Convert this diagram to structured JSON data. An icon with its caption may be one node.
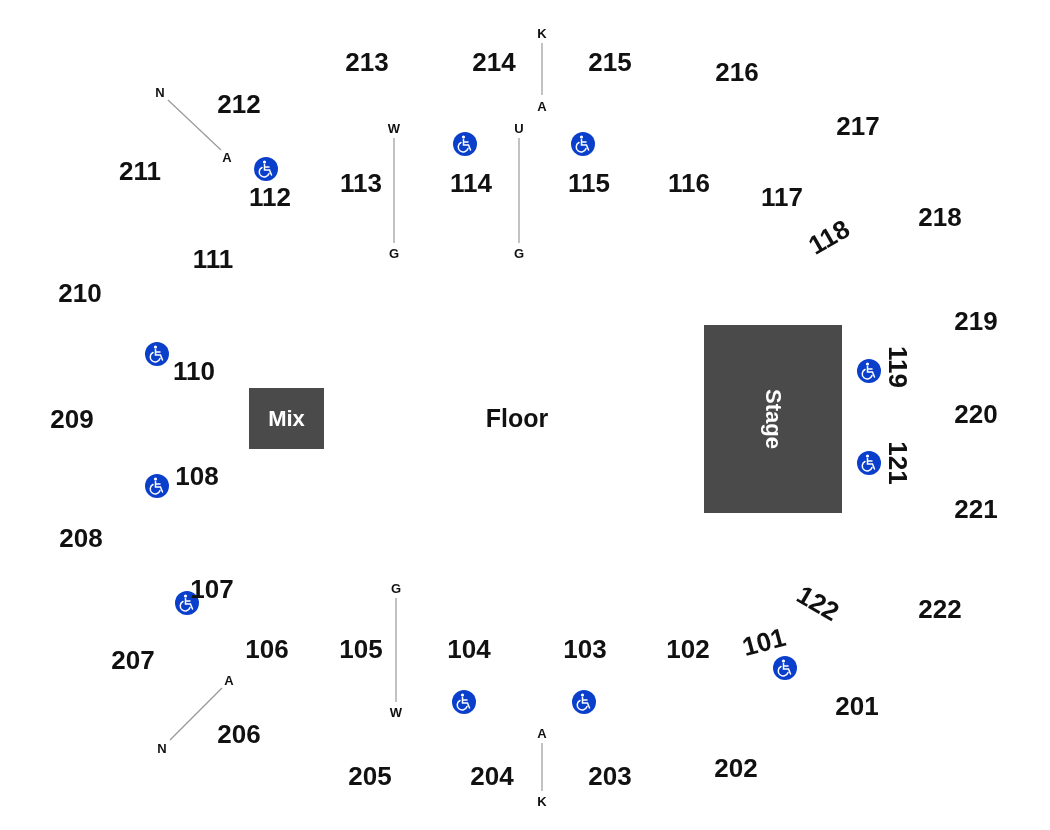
{
  "diagram": {
    "nodes": [
      {
        "text": [
          "Mix"
        ]
      },
      {
        "text": [
          "Stage"
        ]
      }
    ],
    "labels": [
      "K",
      "213",
      "214",
      "215",
      "216",
      "N",
      "212",
      "A",
      "W",
      "U",
      "217",
      "A",
      "211",
      "113",
      "114",
      "115",
      "116",
      "112",
      "117",
      "218",
      "118",
      "G",
      "G",
      "111",
      "210",
      "219",
      "110",
      "119",
      "209",
      "Floor",
      "220",
      "121",
      "108",
      "221",
      "208",
      "G",
      "107",
      "122",
      "222",
      "106",
      "105",
      "104",
      "103",
      "102",
      "101",
      "207",
      "A",
      "W",
      "201",
      "206",
      "A",
      "N",
      "202",
      "205",
      "204",
      "203",
      "K"
    ]
  }
}
